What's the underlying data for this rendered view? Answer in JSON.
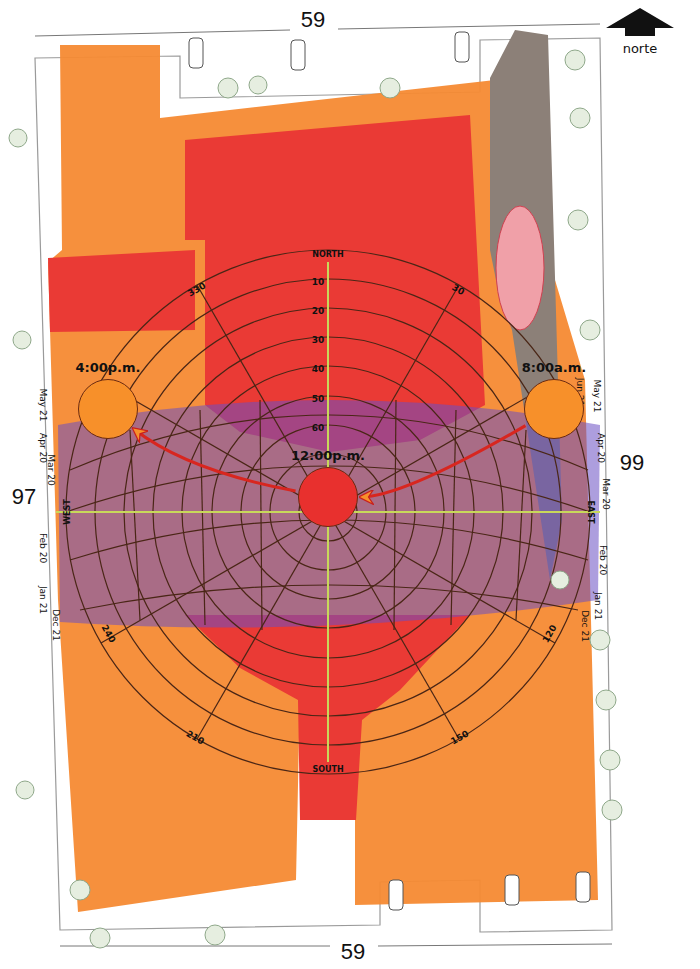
{
  "diagram": {
    "nodes": [
      {
        "text": [
          "4:00p.m."
        ]
      },
      {
        "text": [
          "8:00a.m."
        ]
      },
      {
        "text": [
          "12:00p.m."
        ]
      }
    ],
    "edges": [
      {
        "from": 1,
        "to": 2,
        "arrow": "to"
      },
      {
        "from": 2,
        "to": 0,
        "arrow": "to"
      }
    ],
    "labels": [
      "59",
      "59",
      "97",
      "99",
      "norte",
      "NORTH",
      "SOUTH",
      "WEST",
      "EAST",
      "330",
      "30",
      "240",
      "210",
      "150",
      "120",
      "10",
      "20",
      "30",
      "40",
      "50",
      "60",
      "May 21",
      "Apr 20",
      "Mar 20",
      "Feb 20",
      "Jan 21",
      "Dec 21",
      "Jun 21",
      "May 21",
      "Apr 20",
      "Mar 20",
      "Feb 20",
      "Jan 21",
      "Dec 21"
    ]
  }
}
